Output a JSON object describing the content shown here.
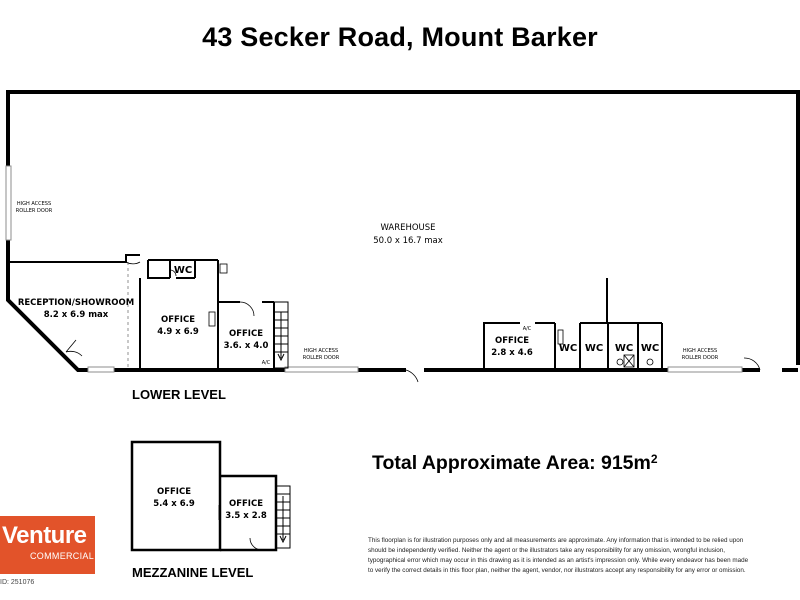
{
  "title": "43 Secker Road, Mount Barker",
  "levels": {
    "lower": "LOWER LEVEL",
    "mezzanine": "MEZZANINE LEVEL"
  },
  "rooms": {
    "warehouse": {
      "name": "WAREHOUSE",
      "size": "50.0 x 16.7 max"
    },
    "reception": {
      "name": "RECEPTION/SHOWROOM",
      "size": "8.2 x 6.9 max"
    },
    "office_a": {
      "name": "OFFICE",
      "size": "4.9 x 6.9"
    },
    "office_b": {
      "name": "OFFICE",
      "size": "3.6. x 4.0"
    },
    "office_c": {
      "name": "OFFICE",
      "size": "2.8 x 4.6"
    },
    "mezz_office_a": {
      "name": "OFFICE",
      "size": "5.4 x 6.9"
    },
    "mezz_office_b": {
      "name": "OFFICE",
      "size": "3.5 x 2.8"
    },
    "wc_label": "WC"
  },
  "doors": {
    "roller_left": [
      "HIGH ACCESS",
      "ROLLER DOOR"
    ],
    "roller_mid": [
      "HIGH ACCESS",
      "ROLLER DOOR"
    ],
    "roller_right": [
      "HIGH ACCESS",
      "ROLLER DOOR"
    ]
  },
  "ac_label": "A/C",
  "total_area": {
    "text": "Total Approximate Area: 915m",
    "sup": "2"
  },
  "disclaimer": [
    "This floorplan is for illustration purposes only and all measurements are approximate. Any information that is intended to be relied upon",
    "should be independently verified. Neither the agent or the illustrators take any responsibility for any omission, wrongful inclusion,",
    "typographical error which may occur in this drawing as it is intended as an artist's impression only. While every endeavor has been made",
    "to verify the correct details in this floor plan, neither the agent, vendor, nor illustrators accept any responsibility for any error or omission."
  ],
  "logo": {
    "brand": "Venture",
    "sub": "COMMERCIAL"
  },
  "ref": "ID: 251076",
  "colors": {
    "wall": "#000000",
    "logo_bg": "#e2532a",
    "window": "#8c8c8c"
  }
}
